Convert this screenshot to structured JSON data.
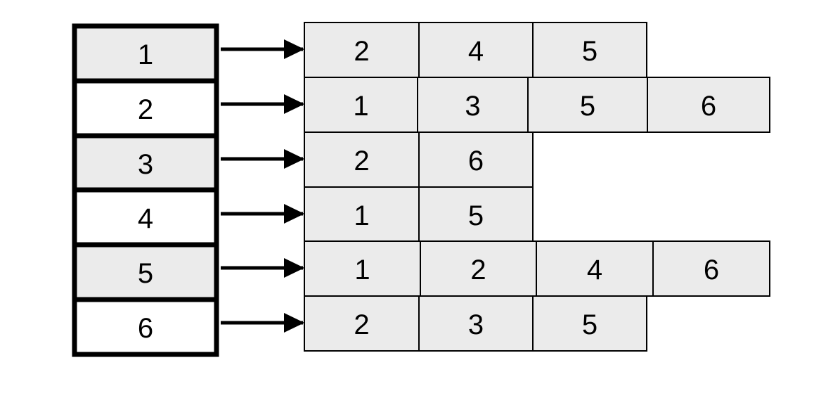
{
  "colors": {
    "shaded_fill": "#ebebeb",
    "plain_fill": "#ffffff",
    "border": "#000000",
    "arrow": "#000000"
  },
  "adjacency_list": [
    {
      "vertex": "1",
      "shaded": true,
      "neighbors": [
        "2",
        "4",
        "5"
      ]
    },
    {
      "vertex": "2",
      "shaded": false,
      "neighbors": [
        "1",
        "3",
        "5",
        "6"
      ]
    },
    {
      "vertex": "3",
      "shaded": true,
      "neighbors": [
        "2",
        "6"
      ]
    },
    {
      "vertex": "4",
      "shaded": false,
      "neighbors": [
        "1",
        "5"
      ]
    },
    {
      "vertex": "5",
      "shaded": true,
      "neighbors": [
        "1",
        "2",
        "4",
        "6"
      ]
    },
    {
      "vertex": "6",
      "shaded": false,
      "neighbors": [
        "2",
        "3",
        "5"
      ]
    }
  ]
}
